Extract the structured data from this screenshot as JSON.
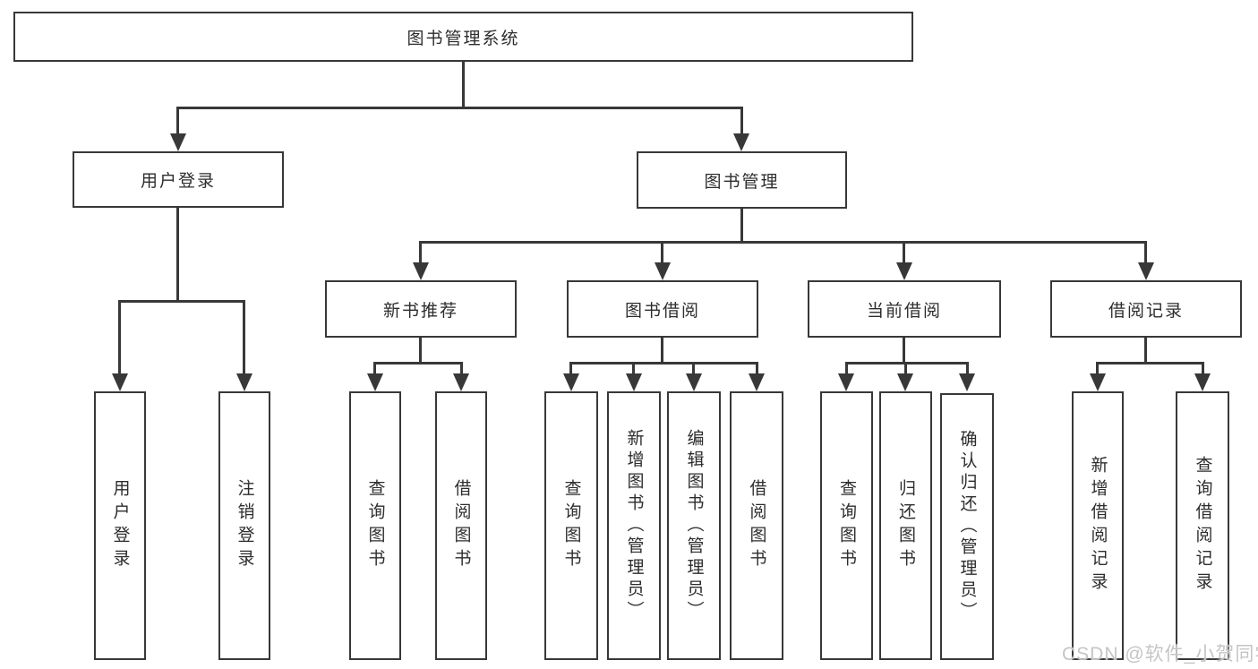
{
  "diagram_title": "图书管理系统",
  "nodes": {
    "root": {
      "label": "图书管理系统"
    },
    "user_login": {
      "label": "用户登录"
    },
    "book_mgmt": {
      "label": "图书管理"
    },
    "new_book_rec": {
      "label": "新书推荐"
    },
    "book_borrow": {
      "label": "图书借阅"
    },
    "current_borrow": {
      "label": "当前借阅"
    },
    "borrow_record": {
      "label": "借阅记录"
    },
    "leaf_user_login": {
      "label": "用户登录"
    },
    "leaf_logout": {
      "label": "注销登录"
    },
    "leaf_rec_query": {
      "label": "查询图书"
    },
    "leaf_rec_borrow": {
      "label": "借阅图书"
    },
    "leaf_bb_query": {
      "label": "查询图书"
    },
    "leaf_bb_add": {
      "label": "新增图书（管理员）"
    },
    "leaf_bb_edit": {
      "label": "编辑图书（管理员）"
    },
    "leaf_bb_borrow": {
      "label": "借阅图书"
    },
    "leaf_cb_query": {
      "label": "查询图书"
    },
    "leaf_cb_return": {
      "label": "归还图书"
    },
    "leaf_cb_confirm": {
      "label": "确认归还（管理员）"
    },
    "leaf_br_add": {
      "label": "新增借阅记录"
    },
    "leaf_br_query": {
      "label": "查询借阅记录"
    }
  },
  "hierarchy": {
    "图书管理系统": [
      "用户登录",
      "图书管理"
    ],
    "用户登录": [
      "用户登录",
      "注销登录"
    ],
    "图书管理": [
      "新书推荐",
      "图书借阅",
      "当前借阅",
      "借阅记录"
    ],
    "新书推荐": [
      "查询图书",
      "借阅图书"
    ],
    "图书借阅": [
      "查询图书",
      "新增图书（管理员）",
      "编辑图书（管理员）",
      "借阅图书"
    ],
    "当前借阅": [
      "查询图书",
      "归还图书",
      "确认归还（管理员）"
    ],
    "借阅记录": [
      "新增借阅记录",
      "查询借阅记录"
    ]
  },
  "watermark": {
    "text": "CSDN @软件_小贺同学"
  },
  "colors": {
    "line": "#383838",
    "text": "#2d2d2d",
    "background": "#ffffff",
    "watermark": "#c5c5c5"
  }
}
